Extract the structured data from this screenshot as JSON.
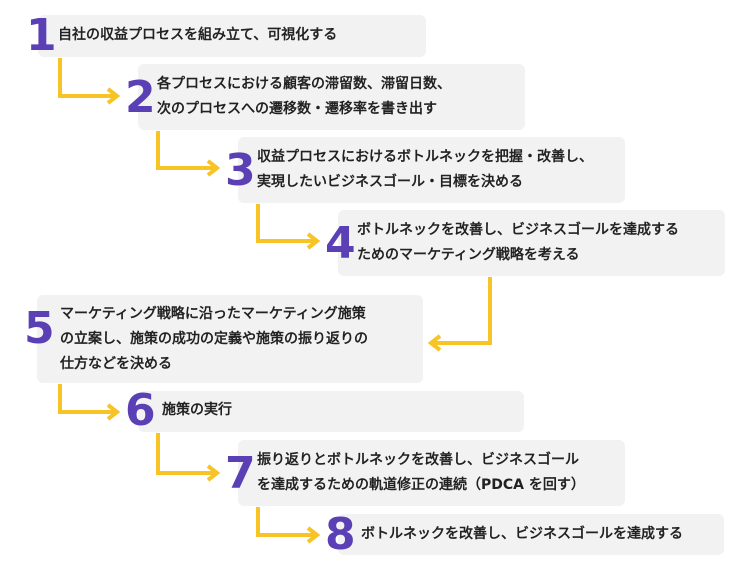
{
  "steps": [
    {
      "number": "1",
      "lines": [
        "自社の収益プロセスを組み立て、可視化する"
      ]
    },
    {
      "number": "2",
      "lines": [
        "各プロセスにおける顧客の滞留数、滞留日数、",
        "次のプロセスへの遷移数・遷移率を書き出す"
      ]
    },
    {
      "number": "3",
      "lines": [
        "収益プロセスにおけるボトルネックを把握・改善し、",
        "実現したいビジネスゴール・目標を決める"
      ]
    },
    {
      "number": "4",
      "lines": [
        "ボトルネックを改善し、ビジネスゴールを達成する",
        "ためのマーケティング戦略を考える"
      ]
    },
    {
      "number": "5",
      "lines": [
        "マーケティング戦略に沿ったマーケティング施策",
        "の立案し、施策の成功の定義や施策の振り返りの",
        "仕方などを決める"
      ]
    },
    {
      "number": "6",
      "lines": [
        "施策の実行"
      ]
    },
    {
      "number": "7",
      "lines": [
        "振り返りとボトルネックを改善し、ビジネスゴール",
        "を達成するための軌道修正の連続（PDCA を回す）"
      ]
    },
    {
      "number": "8",
      "lines": [
        "ボトルネックを改善し、ビジネスゴールを達成する"
      ]
    }
  ],
  "colors": {
    "number": "#5a3fb5",
    "arrow": "#f7c325",
    "box": "#f2f2f2"
  }
}
